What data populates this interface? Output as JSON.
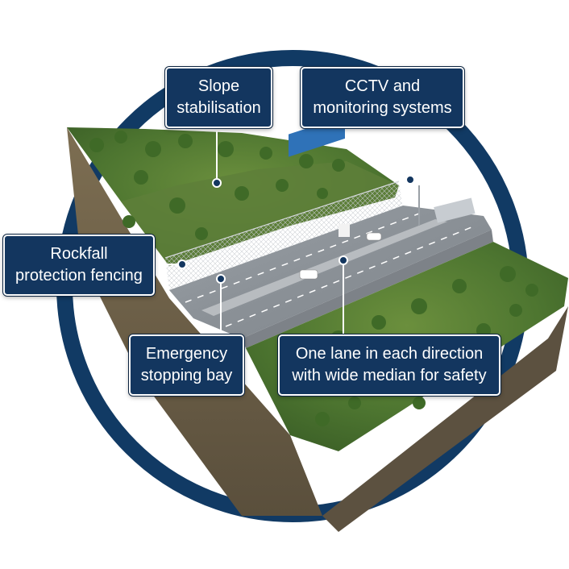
{
  "colors": {
    "ring": "#113a64",
    "callout_bg": "#13365f",
    "callout_border": "#ffffff",
    "vegetation": "#4f7a2d",
    "soil": "#9a8a6a",
    "road": "#8a8f95",
    "truck": "#2f72b8"
  },
  "labels": {
    "slope": {
      "line1": "Slope",
      "line2": "stabilisation"
    },
    "cctv": {
      "line1": "CCTV and",
      "line2": "monitoring systems"
    },
    "rockfall": {
      "line1": "Rockfall",
      "line2": "protection fencing"
    },
    "emergency": {
      "line1": "Emergency",
      "line2": "stopping bay"
    },
    "lane": {
      "line1": "One lane in each direction",
      "line2": "with wide median for safety"
    }
  }
}
